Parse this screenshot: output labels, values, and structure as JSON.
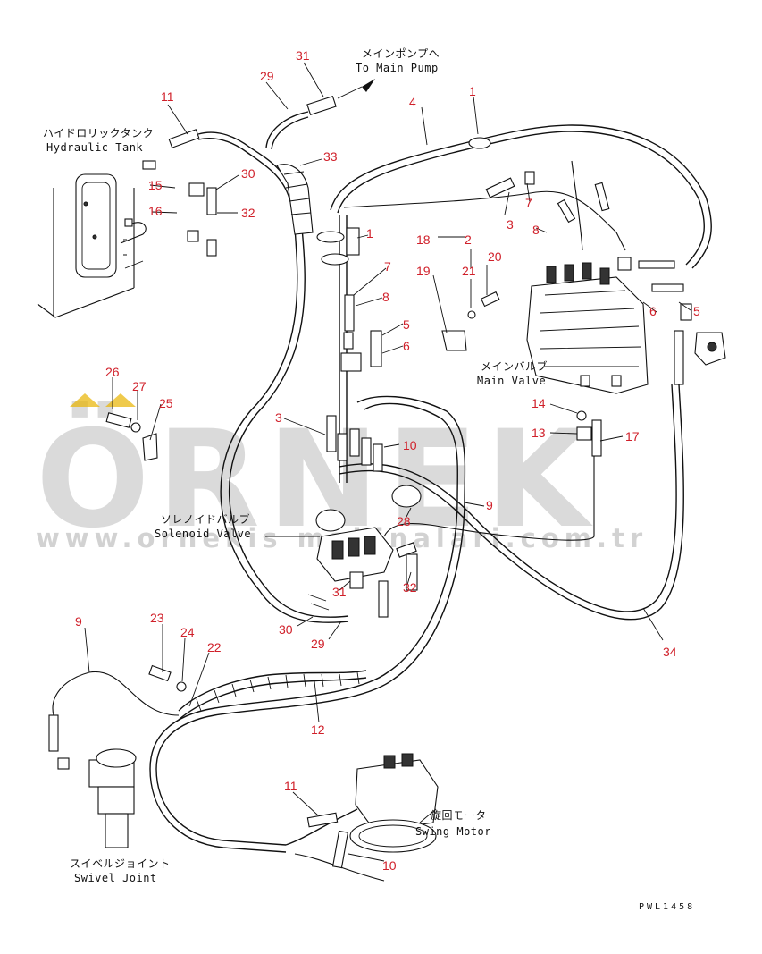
{
  "watermark": {
    "logo_text": "ÖRNEK",
    "url": "www.ornekis makinalari.com.tr"
  },
  "annotations": {
    "main_pump_jp": "メインポンプへ",
    "main_pump_en": "To Main Pump",
    "tank_jp": "ハイドロリックタンク",
    "tank_en": "Hydraulic Tank",
    "main_valve_jp": "メインバルブ",
    "main_valve_en": "Main Valve",
    "solenoid_jp": "ソレノイドバルブ",
    "solenoid_en": "Solenoid Valve",
    "swing_motor_jp": "旋回モータ",
    "swing_motor_en": "Swing Motor",
    "swivel_jp": "スイベルジョイント",
    "swivel_en": "Swivel Joint",
    "drawing_code": "PWL1458"
  },
  "callouts": {
    "c1a": "1",
    "c1b": "1",
    "c2": "2",
    "c3a": "3",
    "c3b": "3",
    "c4": "4",
    "c5a": "5",
    "c5b": "5",
    "c6a": "6",
    "c6b": "6",
    "c7a": "7",
    "c7b": "7",
    "c8a": "8",
    "c8b": "8",
    "c9a": "9",
    "c9b": "9",
    "c10a": "10",
    "c10b": "10",
    "c11a": "11",
    "c11b": "11",
    "c12": "12",
    "c13": "13",
    "c14": "14",
    "c15": "15",
    "c16": "16",
    "c17": "17",
    "c18": "18",
    "c19": "19",
    "c20": "20",
    "c21": "21",
    "c22": "22",
    "c23": "23",
    "c24": "24",
    "c25": "25",
    "c26": "26",
    "c27": "27",
    "c28": "28",
    "c29a": "29",
    "c29b": "29",
    "c30a": "30",
    "c30b": "30",
    "c31a": "31",
    "c31b": "31",
    "c32a": "32",
    "c32b": "32",
    "c33": "33",
    "c34": "34"
  }
}
